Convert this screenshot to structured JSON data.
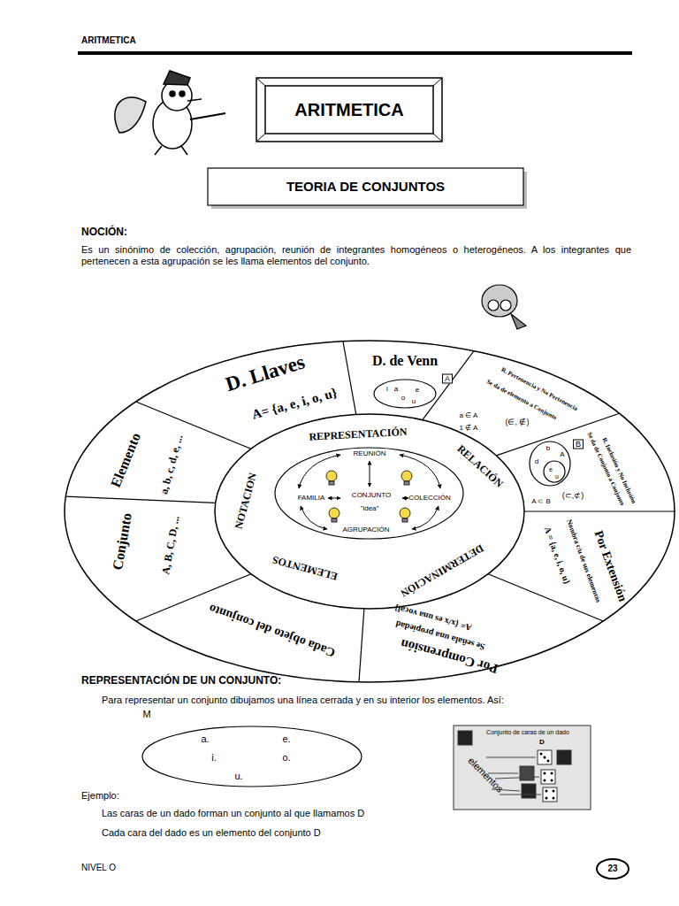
{
  "diagram": {
    "title": "ARITMETICA",
    "nodes": [
      {
        "text": [
          "TEORIA DE CONJUNTOS"
        ]
      },
      {
        "text": [
          "A",
          "i",
          "a",
          "o",
          "e",
          "u"
        ]
      },
      {
        "text": [
          "B",
          "b",
          "d"
        ]
      },
      {
        "text": [
          "A",
          "e",
          "u"
        ],
        "in": 2
      },
      {
        "text": [
          "REUNIÓN",
          "FAMILIA",
          "CONJUNTO",
          "COLECCIÓN",
          "AGRUPACIÓN",
          "\"idea\""
        ]
      },
      {
        "text": [
          "M",
          "a.",
          "e.",
          "i.",
          "o.",
          "u."
        ]
      },
      {
        "text": [
          "Conjunto de caras de un dado",
          "D",
          "elementos"
        ]
      },
      {
        "text": [
          "23"
        ]
      }
    ],
    "labels": [
      "ARITMETICA",
      "NOCIÓN:",
      "Es un sinónimo de colección, agrupación, reunión de integrantes homogéneos o heterogéneos. A los integrantes que pertenecen a esta agrupación se les llama elementos del conjunto.",
      "D. Llaves",
      "A= {a, e, i, o, u}",
      "Elemento",
      "a, b, c, d, e, ...",
      "Conjunto",
      "A, B, C, D, ...",
      "Cada objeto del conjunto",
      "Por Comprensión",
      "Se señala una propiedad",
      "A= {x/x es una vocal}",
      "Por Extensión",
      "Nombra c/u de sus elementos",
      "A = {a, e, i, o, u}",
      "R. Pertenencia y No Pertenencia",
      "Se da de elemento a Conjunto",
      "(∈, ∉)",
      "a ∈ A",
      "1 ∉ A",
      "R. Inclusión y No Inclusión",
      "Se da de Conjunto a Conjunto",
      "(⊂,⊄)",
      "A ⊂ B",
      "D. de Venn",
      "REPRESENTACIÓN",
      "RELACIÓN",
      "DETERMINACIÓN",
      "ELEMENTOS",
      "NOTACION",
      "REPRESENTACIÓN DE UN CONJUNTO:",
      "Para representar un conjunto dibujamos una línea cerrada y en su interior los elementos. Así:",
      "Ejemplo:",
      "Las caras de un dado forman un conjunto al que llamamos D",
      "Cada cara del dado es un elemento del conjunto D",
      "NIVEL O"
    ]
  }
}
